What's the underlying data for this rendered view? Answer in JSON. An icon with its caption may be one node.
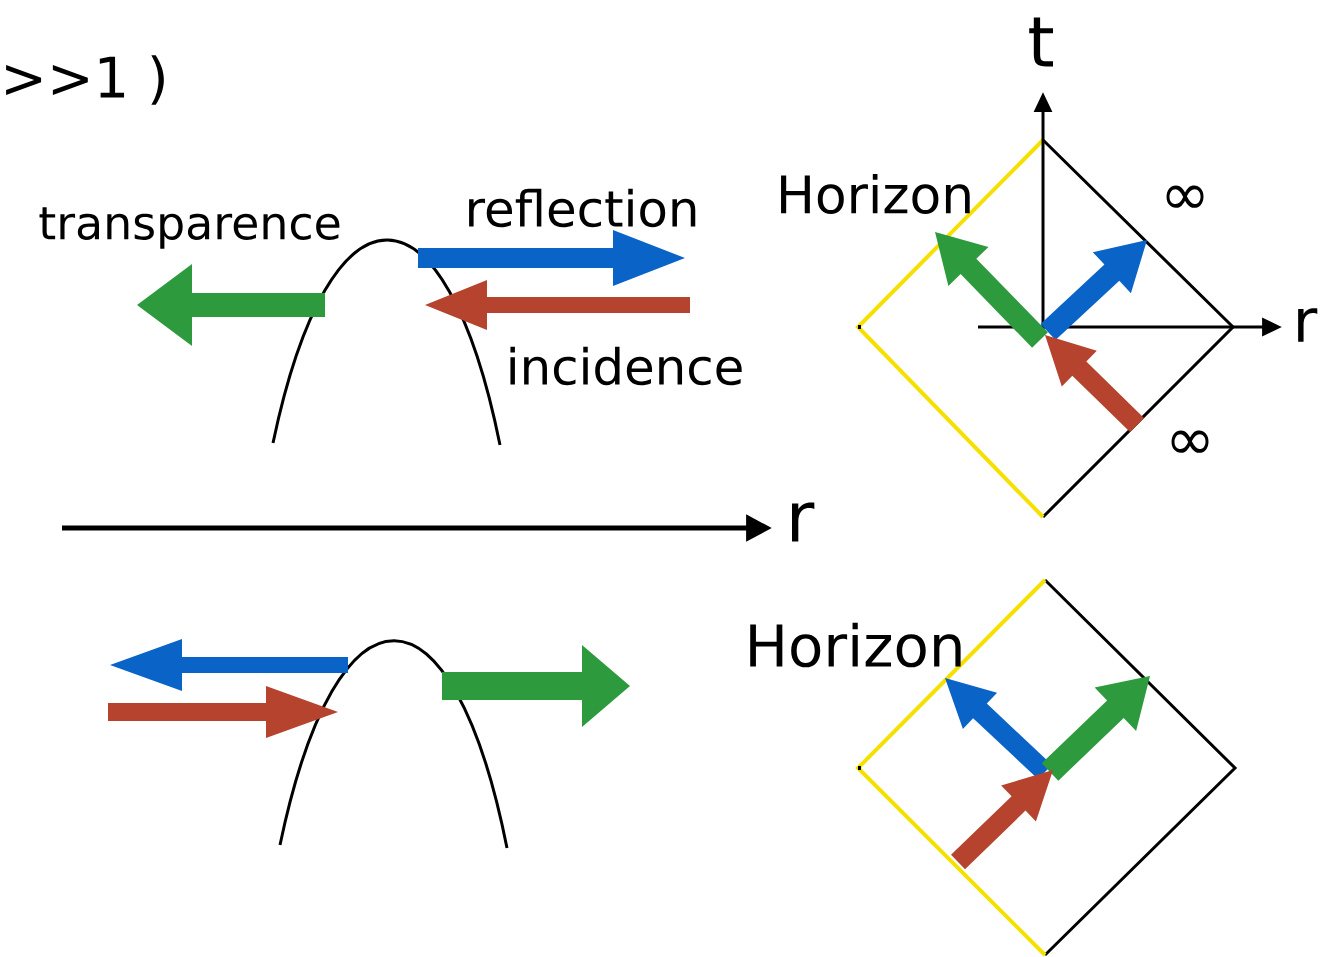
{
  "diagram": {
    "labels": [
      ">>1 )",
      "transparence",
      "reflection",
      "incidence",
      "r",
      "t",
      "Horizon",
      "∞",
      "r",
      "∞",
      "Horizon"
    ]
  }
}
